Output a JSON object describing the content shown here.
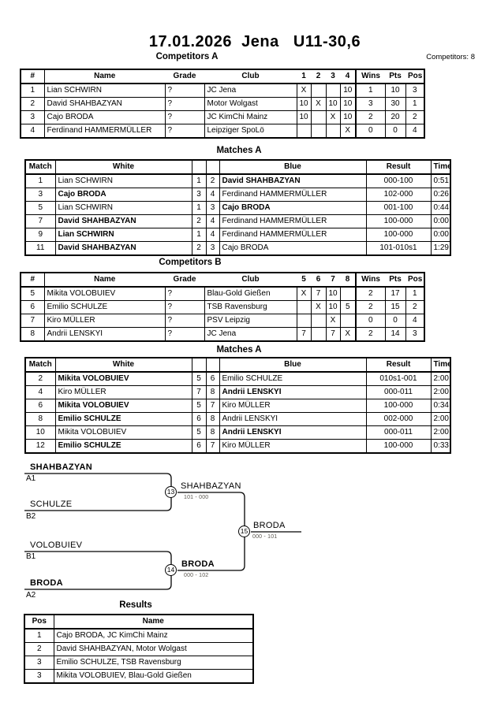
{
  "page": {
    "title": "17.01.2026  Jena   U11-30,6",
    "competitors_count": "Competitors: 8"
  },
  "headings": {
    "competitors_a": "Competitors A",
    "matches_a1": "Matches A",
    "competitors_b": "Competitors B",
    "matches_a2": "Matches A",
    "results": "Results"
  },
  "competitors_a": {
    "headers": {
      "num": "#",
      "name": "Name",
      "grade": "Grade",
      "club": "Club",
      "c1": "1",
      "c2": "2",
      "c3": "3",
      "c4": "4",
      "wins": "Wins",
      "pts": "Pts",
      "pos": "Pos"
    },
    "rows": [
      {
        "num": "1",
        "name": "Lian SCHWIRN",
        "grade": "?",
        "club": "JC Jena",
        "c1": "X",
        "c2": "",
        "c3": "",
        "c4": "10",
        "wins": "1",
        "pts": "10",
        "pos": "3"
      },
      {
        "num": "2",
        "name": "David SHAHBAZYAN",
        "grade": "?",
        "club": "Motor Wolgast",
        "c1": "10",
        "c2": "X",
        "c3": "10",
        "c4": "10",
        "wins": "3",
        "pts": "30",
        "pos": "1"
      },
      {
        "num": "3",
        "name": "Cajo BRODA",
        "grade": "?",
        "club": "JC KimChi Mainz",
        "c1": "10",
        "c2": "",
        "c3": "X",
        "c4": "10",
        "wins": "2",
        "pts": "20",
        "pos": "2"
      },
      {
        "num": "4",
        "name": "Ferdinand HAMMERMÜLLER",
        "grade": "?",
        "club": "Leipziger SpoLö",
        "c1": "",
        "c2": "",
        "c3": "",
        "c4": "X",
        "wins": "0",
        "pts": "0",
        "pos": "4"
      }
    ]
  },
  "matches_a1": {
    "headers": {
      "match": "Match",
      "white": "White",
      "blue": "Blue",
      "result": "Result",
      "time": "Time"
    },
    "rows": [
      {
        "match": "1",
        "white": "Lian SCHWIRN",
        "white_bold": false,
        "wnum": "1",
        "bnum": "2",
        "blue": "David SHAHBAZYAN",
        "blue_bold": true,
        "result": "000-100",
        "time": "0:51"
      },
      {
        "match": "3",
        "white": "Cajo BRODA",
        "white_bold": true,
        "wnum": "3",
        "bnum": "4",
        "blue": "Ferdinand HAMMERMÜLLER",
        "blue_bold": false,
        "result": "102-000",
        "time": "0:26"
      },
      {
        "match": "5",
        "white": "Lian SCHWIRN",
        "white_bold": false,
        "wnum": "1",
        "bnum": "3",
        "blue": "Cajo BRODA",
        "blue_bold": true,
        "result": "001-100",
        "time": "0:44"
      },
      {
        "match": "7",
        "white": "David SHAHBAZYAN",
        "white_bold": true,
        "wnum": "2",
        "bnum": "4",
        "blue": "Ferdinand HAMMERMÜLLER",
        "blue_bold": false,
        "result": "100-000",
        "time": "0:00"
      },
      {
        "match": "9",
        "white": "Lian SCHWIRN",
        "white_bold": true,
        "wnum": "1",
        "bnum": "4",
        "blue": "Ferdinand HAMMERMÜLLER",
        "blue_bold": false,
        "result": "100-000",
        "time": "0:00"
      },
      {
        "match": "11",
        "white": "David SHAHBAZYAN",
        "white_bold": true,
        "wnum": "2",
        "bnum": "3",
        "blue": "Cajo BRODA",
        "blue_bold": false,
        "result": "101-010s1",
        "time": "1:29"
      }
    ]
  },
  "competitors_b": {
    "headers": {
      "num": "#",
      "name": "Name",
      "grade": "Grade",
      "club": "Club",
      "c1": "5",
      "c2": "6",
      "c3": "7",
      "c4": "8",
      "wins": "Wins",
      "pts": "Pts",
      "pos": "Pos"
    },
    "rows": [
      {
        "num": "5",
        "name": "Mikita VOLOBUIEV",
        "grade": "?",
        "club": "Blau-Gold Gießen",
        "c1": "X",
        "c2": "7",
        "c3": "10",
        "c4": "",
        "wins": "2",
        "pts": "17",
        "pos": "1"
      },
      {
        "num": "6",
        "name": "Emilio SCHULZE",
        "grade": "?",
        "club": "TSB Ravensburg",
        "c1": "",
        "c2": "X",
        "c3": "10",
        "c4": "5",
        "wins": "2",
        "pts": "15",
        "pos": "2"
      },
      {
        "num": "7",
        "name": "Kiro MÜLLER",
        "grade": "?",
        "club": "PSV Leipzig",
        "c1": "",
        "c2": "",
        "c3": "X",
        "c4": "",
        "wins": "0",
        "pts": "0",
        "pos": "4"
      },
      {
        "num": "8",
        "name": "Andrii LENSKYI",
        "grade": "?",
        "club": "JC Jena",
        "c1": "7",
        "c2": "",
        "c3": "7",
        "c4": "X",
        "wins": "2",
        "pts": "14",
        "pos": "3"
      }
    ]
  },
  "matches_a2": {
    "headers": {
      "match": "Match",
      "white": "White",
      "blue": "Blue",
      "result": "Result",
      "time": "Time"
    },
    "rows": [
      {
        "match": "2",
        "white": "Mikita VOLOBUIEV",
        "white_bold": true,
        "wnum": "5",
        "bnum": "6",
        "blue": "Emilio SCHULZE",
        "blue_bold": false,
        "result": "010s1-001",
        "time": "2:00"
      },
      {
        "match": "4",
        "white": "Kiro MÜLLER",
        "white_bold": false,
        "wnum": "7",
        "bnum": "8",
        "blue": "Andrii LENSKYI",
        "blue_bold": true,
        "result": "000-011",
        "time": "2:00"
      },
      {
        "match": "6",
        "white": "Mikita VOLOBUIEV",
        "white_bold": true,
        "wnum": "5",
        "bnum": "7",
        "blue": "Kiro MÜLLER",
        "blue_bold": false,
        "result": "100-000",
        "time": "0:34"
      },
      {
        "match": "8",
        "white": "Emilio SCHULZE",
        "white_bold": true,
        "wnum": "6",
        "bnum": "8",
        "blue": "Andrii LENSKYI",
        "blue_bold": false,
        "result": "002-000",
        "time": "2:00"
      },
      {
        "match": "10",
        "white": "Mikita VOLOBUIEV",
        "white_bold": false,
        "wnum": "5",
        "bnum": "8",
        "blue": "Andrii LENSKYI",
        "blue_bold": true,
        "result": "000-011",
        "time": "2:00"
      },
      {
        "match": "12",
        "white": "Emilio SCHULZE",
        "white_bold": true,
        "wnum": "6",
        "bnum": "7",
        "blue": "Kiro MÜLLER",
        "blue_bold": false,
        "result": "100-000",
        "time": "0:33"
      }
    ]
  },
  "bracket": {
    "slots": [
      {
        "name": "SHAHBAZYAN",
        "seed": "A1",
        "bold": true
      },
      {
        "name": "SCHULZE",
        "seed": "B2",
        "bold": false
      },
      {
        "name": "VOLOBUIEV",
        "seed": "B1",
        "bold": false
      },
      {
        "name": "BRODA",
        "seed": "A2",
        "bold": true
      }
    ],
    "matches": [
      {
        "number": "13",
        "winner": "SHAHBAZYAN",
        "score": "101 - 000",
        "bold": false
      },
      {
        "number": "14",
        "winner": "BRODA",
        "score": "000 - 102",
        "bold": true
      },
      {
        "number": "15",
        "winner": "BRODA",
        "score": "000 - 101",
        "bold": false
      }
    ]
  },
  "results": {
    "headers": {
      "pos": "Pos",
      "name": "Name"
    },
    "rows": [
      {
        "pos": "1",
        "name": "Cajo BRODA, JC KimChi Mainz"
      },
      {
        "pos": "2",
        "name": "David SHAHBAZYAN, Motor Wolgast"
      },
      {
        "pos": "3",
        "name": "Emilio SCHULZE, TSB Ravensburg"
      },
      {
        "pos": "3",
        "name": "Mikita VOLOBUIEV, Blau-Gold Gießen"
      }
    ]
  }
}
